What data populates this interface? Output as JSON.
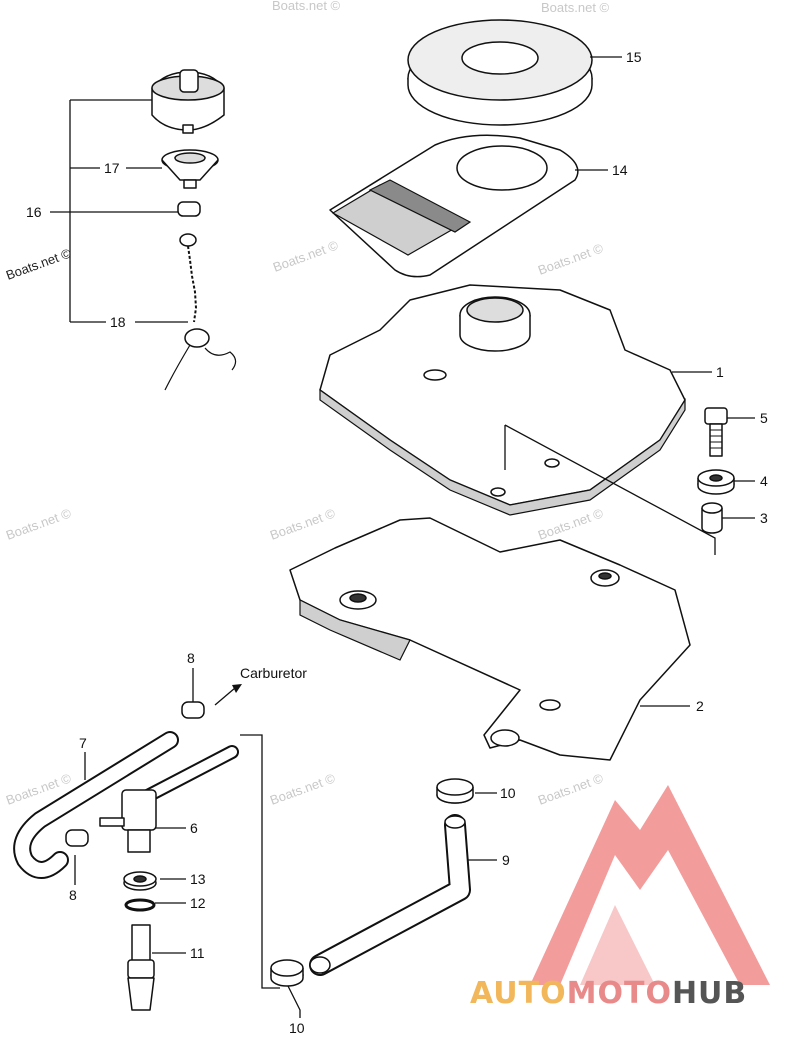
{
  "diagram": {
    "callouts": [
      "1",
      "2",
      "3",
      "4",
      "5",
      "6",
      "7",
      "8",
      "8",
      "10",
      "10",
      "9",
      "11",
      "12",
      "13",
      "14",
      "15",
      "16",
      "17",
      "18"
    ],
    "annotation": "Carburetor",
    "watermark": "Boats.net ©",
    "watermark_strong": "Boats.net ©"
  },
  "logo": {
    "text_auto": "AUTO",
    "text_moto": "MOTO",
    "text_hub": "HUB",
    "colors": {
      "auto": "#f2b75a",
      "moto": "#e98a8a",
      "hub": "#555555",
      "triangle": "#ef7b7b"
    }
  }
}
